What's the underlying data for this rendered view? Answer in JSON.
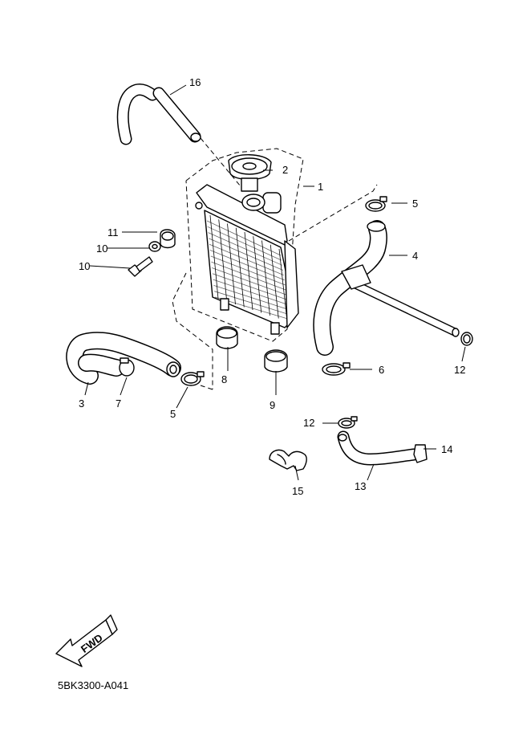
{
  "diagram": {
    "callouts": [
      {
        "id": "1",
        "label": "1"
      },
      {
        "id": "2",
        "label": "2"
      },
      {
        "id": "3",
        "label": "3"
      },
      {
        "id": "4",
        "label": "4"
      },
      {
        "id": "5a",
        "label": "5"
      },
      {
        "id": "5b",
        "label": "5"
      },
      {
        "id": "6",
        "label": "6"
      },
      {
        "id": "7",
        "label": "7"
      },
      {
        "id": "8",
        "label": "8"
      },
      {
        "id": "9",
        "label": "9"
      },
      {
        "id": "10a",
        "label": "10"
      },
      {
        "id": "10b",
        "label": "10"
      },
      {
        "id": "11",
        "label": "11"
      },
      {
        "id": "12a",
        "label": "12"
      },
      {
        "id": "12b",
        "label": "12"
      },
      {
        "id": "13",
        "label": "13"
      },
      {
        "id": "14",
        "label": "14"
      },
      {
        "id": "15",
        "label": "15"
      },
      {
        "id": "16",
        "label": "16"
      }
    ],
    "fwd_label": "FWD",
    "diagram_code": "5BK3300-A041"
  }
}
